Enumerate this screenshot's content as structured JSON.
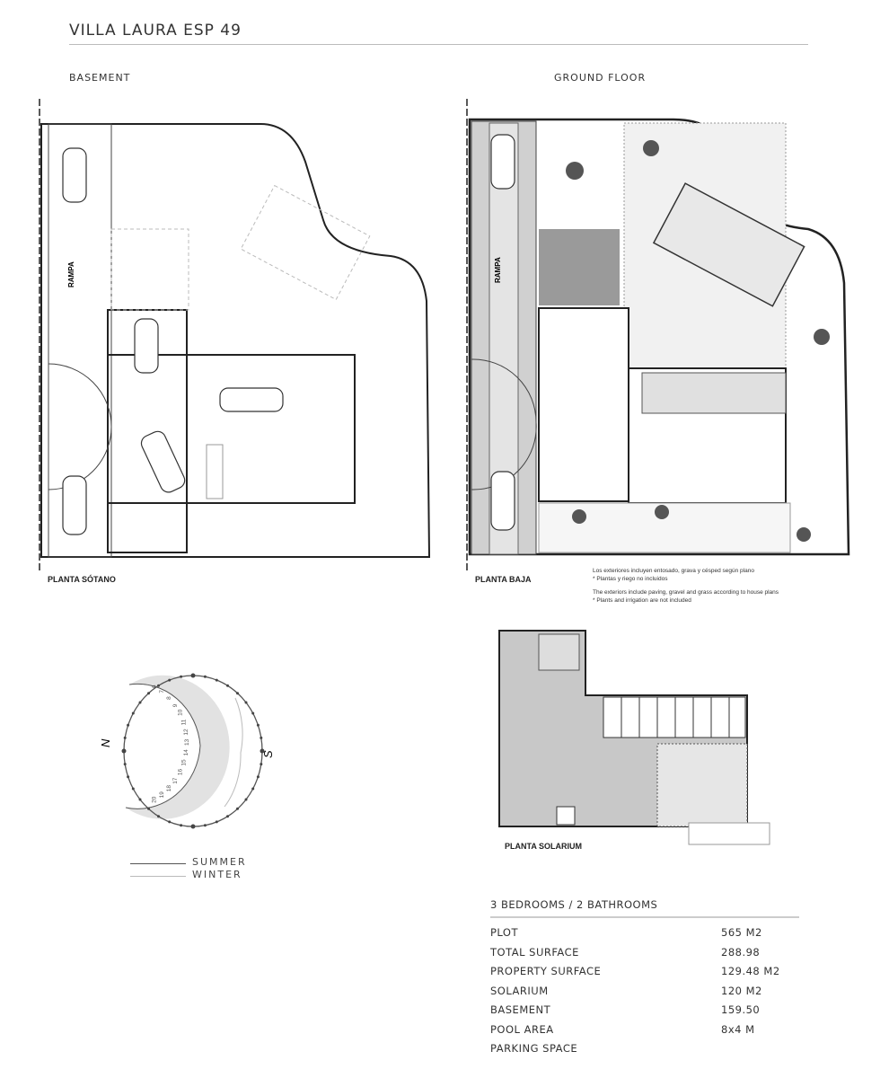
{
  "title": "VILLA LAURA ESP 49",
  "sections": {
    "basement": "BASEMENT",
    "ground_floor": "GROUND FLOOR"
  },
  "plans": {
    "basement_label": "PLANTA SÓTANO",
    "ground_label": "PLANTA BAJA",
    "solarium_label": "PLANTA SOLARIUM",
    "ramp": "RAMPA"
  },
  "notes": [
    "Los exteriores incluyen entosado, grava y césped según plano",
    "* Plantas y riego no incluidos",
    "The exteriors include paving, gravel and grass according to house plans",
    "* Plants and irrigation are not included"
  ],
  "sun_diagram": {
    "north": "N",
    "south": "S",
    "summer_hours": [
      "6",
      "7",
      "8",
      "9",
      "10",
      "11",
      "12",
      "13",
      "14",
      "15",
      "16",
      "17",
      "18",
      "19",
      "20"
    ],
    "legend": [
      {
        "label": "SUMMER",
        "color": "#555555"
      },
      {
        "label": "WINTER",
        "color": "#bbbbbb"
      }
    ]
  },
  "specs": {
    "heading": "3 BEDROOMS / 2 BATHROOMS",
    "rows": [
      {
        "label": "PLOT",
        "value": "565 M2"
      },
      {
        "label": "TOTAL SURFACE",
        "value": "288.98"
      },
      {
        "label": "PROPERTY SURFACE",
        "value": "129.48 M2"
      },
      {
        "label": "SOLARIUM",
        "value": "120 M2"
      },
      {
        "label": "BASEMENT",
        "value": "159.50"
      },
      {
        "label": "POOL AREA",
        "value": "8x4 M"
      },
      {
        "label": "PARKING SPACE",
        "value": ""
      }
    ]
  }
}
